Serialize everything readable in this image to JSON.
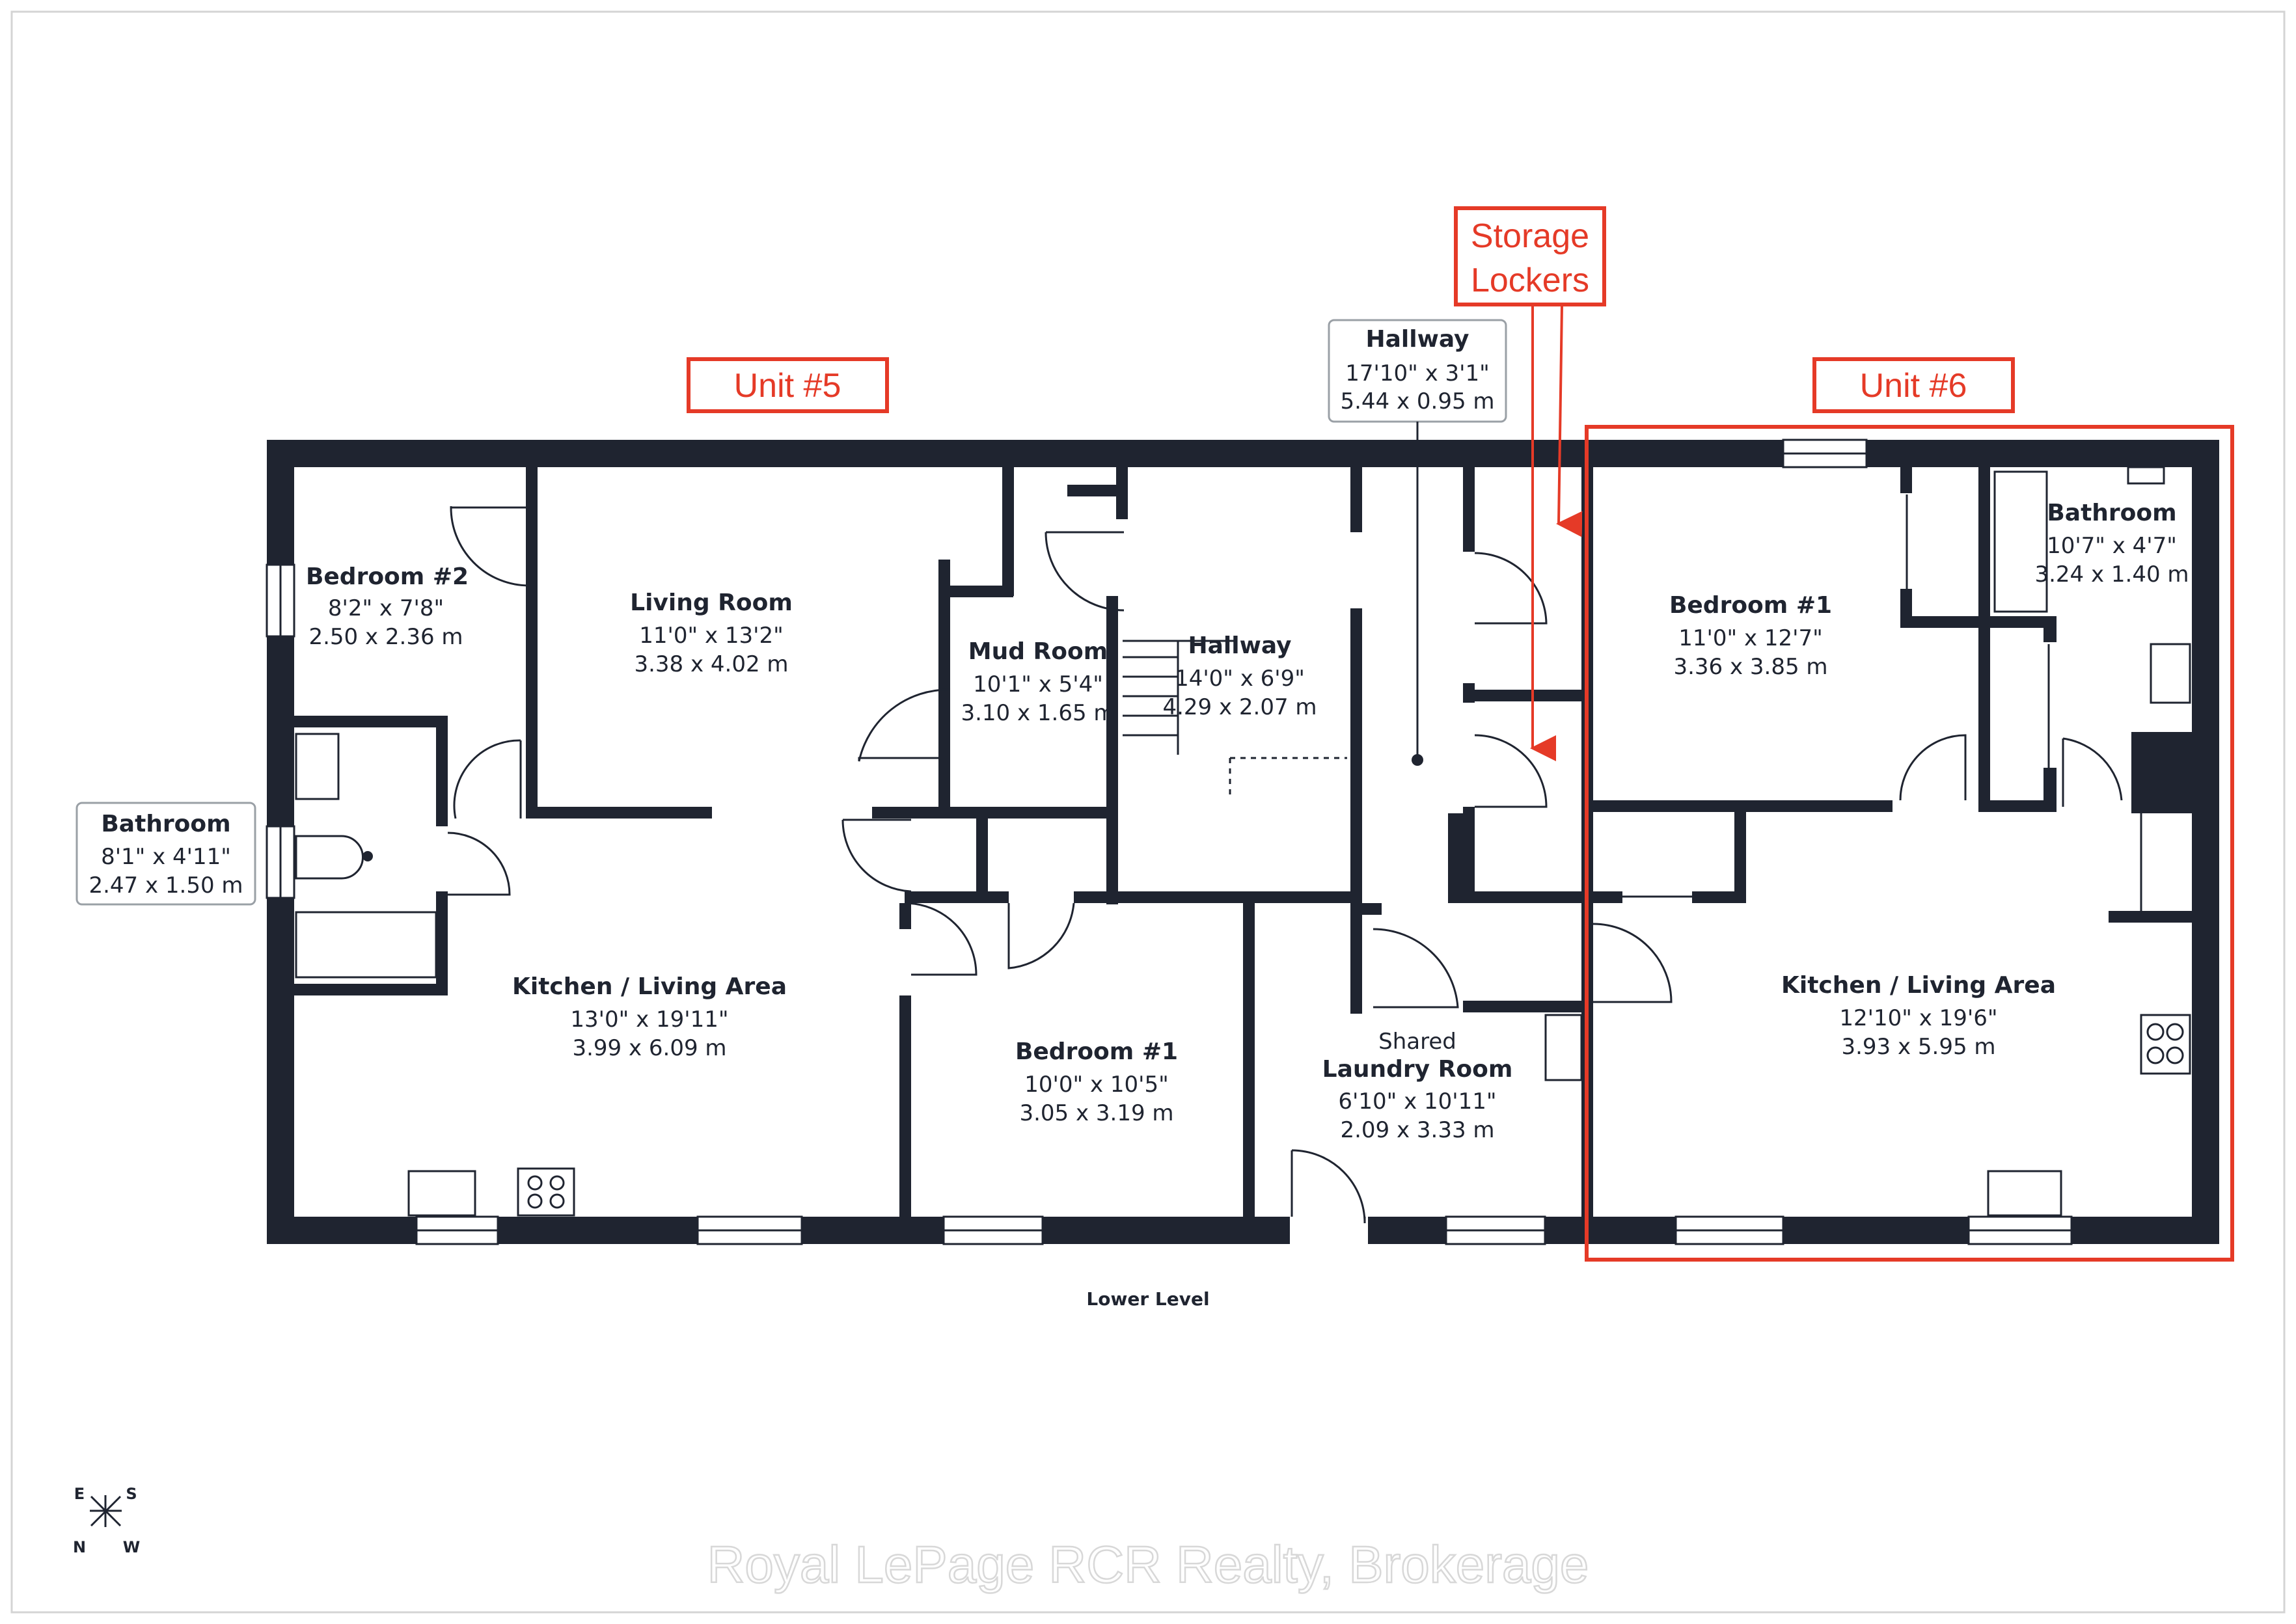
{
  "level_label": "Lower Level",
  "watermark": "Royal LePage RCR Realty, Brokerage",
  "compass": {
    "e": "E",
    "s": "S",
    "n": "N",
    "w": "W"
  },
  "callouts": {
    "unit5": "Unit #5",
    "unit6": "Unit #6",
    "storage_line1": "Storage",
    "storage_line2": "Lockers"
  },
  "colors": {
    "wall": "#1f2430",
    "callout": "#e53a27"
  },
  "rooms": {
    "u5_bedroom2": {
      "name": "Bedroom #2",
      "imperial": "8'2\" x 7'8\"",
      "metric": "2.50 x 2.36 m"
    },
    "u5_living": {
      "name": "Living Room",
      "imperial": "11'0\" x 13'2\"",
      "metric": "3.38 x 4.02 m"
    },
    "mud_room": {
      "name": "Mud Room",
      "imperial": "10'1\" x 5'4\"",
      "metric": "3.10 x 1.65 m"
    },
    "hallway_mid": {
      "name": "Hallway",
      "imperial": "14'0\" x 6'9\"",
      "metric": "4.29 x 2.07 m"
    },
    "hallway_top": {
      "name": "Hallway",
      "imperial": "17'10\" x 3'1\"",
      "metric": "5.44 x 0.95 m"
    },
    "u5_bathroom": {
      "name": "Bathroom",
      "imperial": "8'1\" x 4'11\"",
      "metric": "2.47 x 1.50 m"
    },
    "u5_kitchen": {
      "name": "Kitchen / Living Area",
      "imperial": "13'0\" x 19'11\"",
      "metric": "3.99 x 6.09 m"
    },
    "u5_bedroom1": {
      "name": "Bedroom #1",
      "imperial": "10'0\" x 10'5\"",
      "metric": "3.05 x 3.19 m"
    },
    "laundry": {
      "name_line1": "Shared",
      "name_line2": "Laundry Room",
      "imperial": "6'10\" x 10'11\"",
      "metric": "2.09 x 3.33 m"
    },
    "u6_bedroom1": {
      "name": "Bedroom #1",
      "imperial": "11'0\" x 12'7\"",
      "metric": "3.36 x 3.85 m"
    },
    "u6_bathroom": {
      "name": "Bathroom",
      "imperial": "10'7\" x 4'7\"",
      "metric": "3.24 x 1.40 m"
    },
    "u6_kitchen": {
      "name": "Kitchen / Living Area",
      "imperial": "12'10\" x 19'6\"",
      "metric": "3.93 x 5.95 m"
    }
  }
}
